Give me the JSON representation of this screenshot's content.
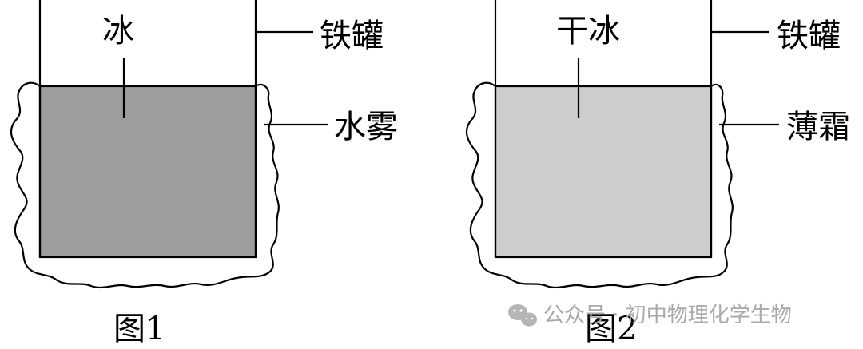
{
  "figure1": {
    "content_label": "冰",
    "can_label": "铁罐",
    "outside_label": "水雾",
    "caption": "图1",
    "fill_color": "#9e9e9e"
  },
  "figure2": {
    "content_label": "干冰",
    "can_label": "铁罐",
    "outside_label": "薄霜",
    "caption": "图2",
    "fill_color": "#cdcdcd"
  },
  "watermark": {
    "text": "公众号 · 初中物理化学生物",
    "icon": "wechat-icon",
    "color": "#a9a9a9"
  }
}
